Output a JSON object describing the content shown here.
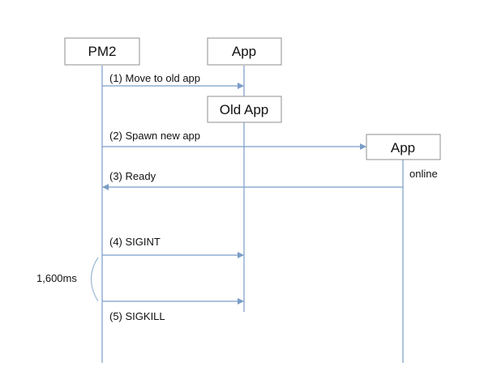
{
  "participants": {
    "pm2": "PM2",
    "app": "App",
    "old_app": "Old App",
    "new_app": "App"
  },
  "messages": {
    "m1": "(1) Move to old app",
    "m2": "(2) Spawn new app",
    "m3": "(3) Ready",
    "m4": "(4) SIGINT",
    "m5": "(5) SIGKILL"
  },
  "annotations": {
    "online": "online",
    "duration": "1,600ms"
  },
  "colors": {
    "line": "#7a9cc6",
    "box_border": "#8f8f8f"
  }
}
